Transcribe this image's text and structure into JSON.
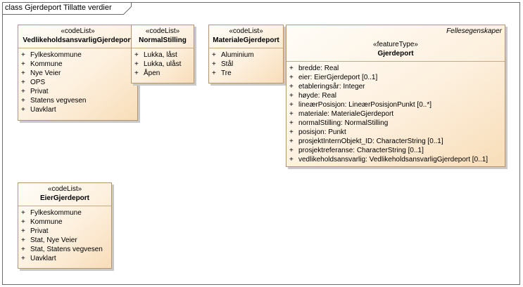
{
  "frame": {
    "title": "class Gjerdeport Tillatte verdier"
  },
  "classes": {
    "vedlikehold": {
      "stereotype": "«codeList»",
      "name": "VedlikeholdsansvarligGjerdeport",
      "items": [
        "Fylkeskommune",
        "Kommune",
        "Nye Veier",
        "OPS",
        "Privat",
        "Statens vegvesen",
        "Uavklart"
      ]
    },
    "normal": {
      "stereotype": "«codeList»",
      "name": "NormalStilling",
      "items": [
        "Lukka, låst",
        "Lukka, ulåst",
        "Åpen"
      ]
    },
    "materiale": {
      "stereotype": "«codeList»",
      "name": "MaterialeGjerdeport",
      "items": [
        "Aluminium",
        "Stål",
        "Tre"
      ]
    },
    "gjerdeport": {
      "package": "Fellesegenskaper",
      "stereotype": "«featureType»",
      "name": "Gjerdeport",
      "items": [
        "bredde: Real",
        "eier: EierGjerdeport [0..1]",
        "etableringsår: Integer",
        "høyde: Real",
        "lineærPosisjon: LineærPosisjonPunkt [0..*]",
        "materiale: MaterialeGjerdeport",
        "normalStilling: NormalStilling",
        "posisjon: Punkt",
        "prosjektInternObjekt_ID: CharacterString [0..1]",
        "prosjektreferanse: CharacterString [0..1]",
        "vedlikeholdsansvarlig: VedlikeholdsansvarligGjerdeport [0..1]"
      ]
    },
    "eier": {
      "stereotype": "«codeList»",
      "name": "EierGjerdeport",
      "items": [
        "Fylkeskommune",
        "Kommune",
        "Privat",
        "Stat, Nye Veier",
        "Stat, Statens vegvesen",
        "Uavklart"
      ]
    }
  },
  "visibility": "+"
}
